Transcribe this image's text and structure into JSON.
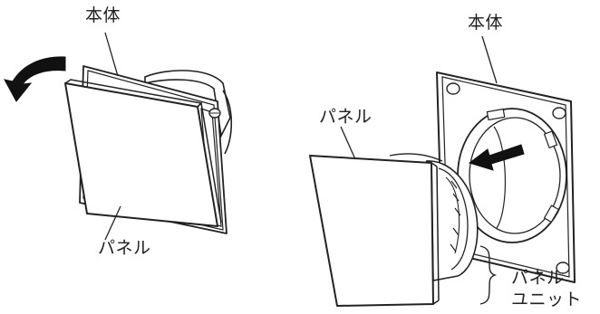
{
  "left_figure": {
    "body_label": "本体",
    "panel_label": "パネル"
  },
  "right_figure": {
    "body_label": "本体",
    "panel_label": "パネル",
    "unit_label_line1": "パネル",
    "unit_label_line2": "ユニット"
  }
}
